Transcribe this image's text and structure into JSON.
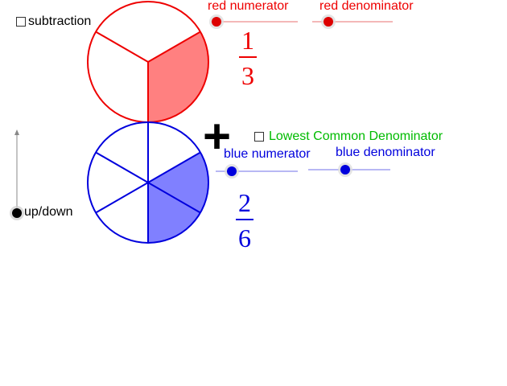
{
  "colors": {
    "red": "#ee0000",
    "red_fill": "#ff8080",
    "blue": "#0000dd",
    "blue_fill": "#8080ff",
    "green": "#00bb00",
    "black": "#000000"
  },
  "subtraction": {
    "label": "subtraction",
    "checked": false
  },
  "lcd": {
    "label": "Lowest Common Denominator",
    "checked": false
  },
  "updown": {
    "label": "up/down"
  },
  "operator": "+",
  "red": {
    "numerator_label": "red numerator",
    "denominator_label": "red denominator",
    "numerator": "1",
    "denominator": "3",
    "numerator_value": 1,
    "denominator_value": 3
  },
  "blue": {
    "numerator_label": "blue numerator",
    "denominator_label": "blue denominator",
    "numerator": "2",
    "denominator": "6",
    "numerator_value": 2,
    "denominator_value": 6
  }
}
